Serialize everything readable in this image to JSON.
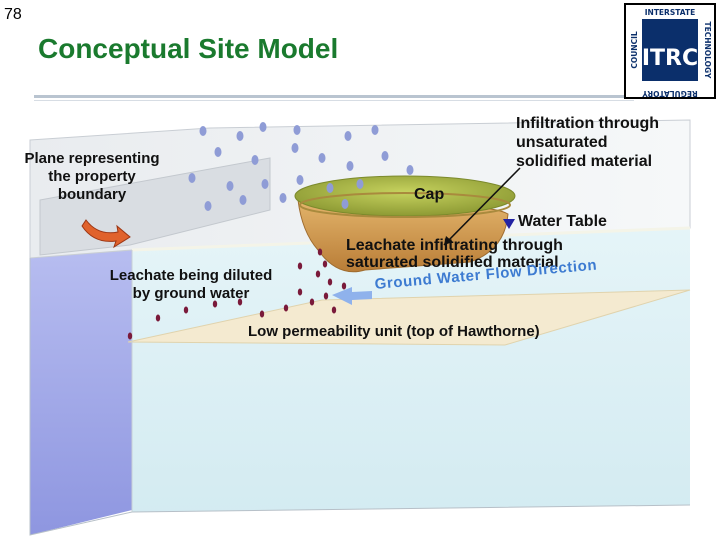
{
  "slide": {
    "number": "78",
    "title": "Conceptual Site Model"
  },
  "logo": {
    "letters": "ITRC",
    "ring_top": "INTERSTATE",
    "ring_right": "TECHNOLOGY",
    "ring_bottom": "REGULATORY",
    "ring_left": "COUNCIL"
  },
  "labels": {
    "plane": "Plane representing\nthe property\nboundary",
    "infiltration_unsaturated": "Infiltration through\nunsaturated\nsolidified material",
    "cap": "Cap",
    "water_table": "Water Table",
    "leachate_saturated": "Leachate infiltrating through\nsaturated solidified material",
    "leachate_diluted": "Leachate being diluted\nby ground water",
    "flow_direction": "Ground Water Flow Direction",
    "low_permeability": "Low permeability unit (top of Hawthorne)"
  },
  "colors": {
    "title": "#1a7a2e",
    "flow_text": "#3d7bd1",
    "raindrop": "#8f9cd6",
    "leachate_drop": "#7a1a3a",
    "cap": "#a9b74a",
    "soil": "#d9a45a",
    "water_wall": "#9fa6e8",
    "low_perm_plane": "#f2e6c4"
  },
  "icons": {
    "plane_arrow": "curved-arrow-icon",
    "water_table_marker": "triangle-down-icon",
    "flow_arrow": "arrow-left-icon"
  }
}
